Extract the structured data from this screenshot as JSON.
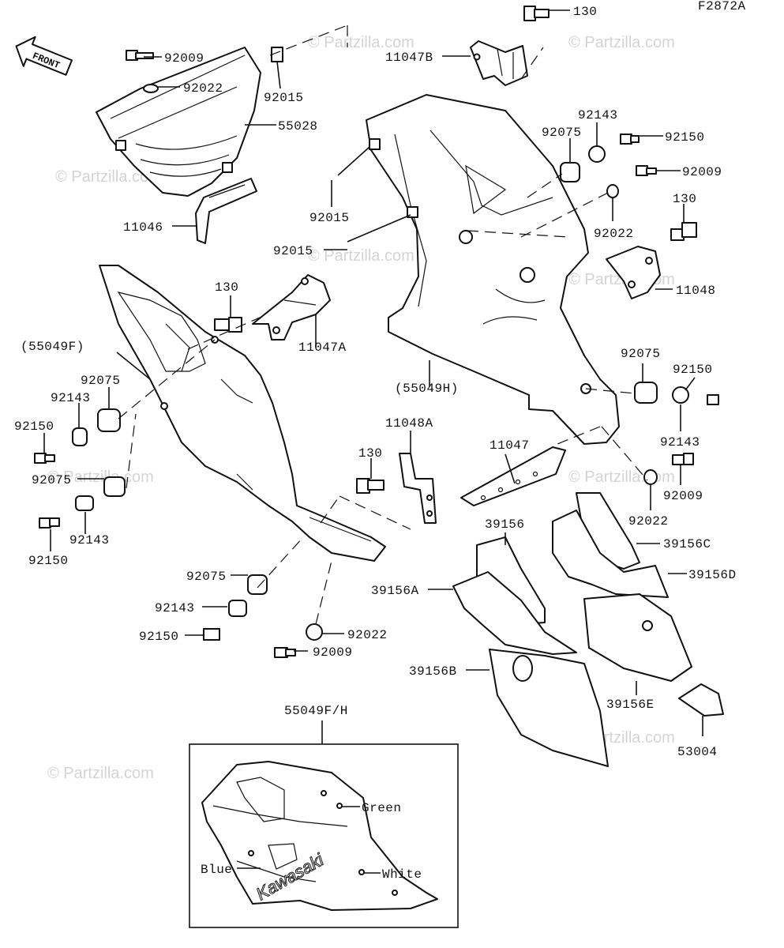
{
  "diagram_code": "F2872A",
  "front_label": "FRONT",
  "watermark_text": "© Partzilla.com",
  "inset_title": "55049F/H",
  "inset_colors": [
    "Green",
    "Blue",
    "White"
  ],
  "inset_logo_text": "Kawasaki",
  "parts": {
    "p130_top": "130",
    "p11047B": "11047B",
    "p92009_tl": "92009",
    "p92022_tl": "92022",
    "p92015_top": "92015",
    "p55028": "55028",
    "p11046": "11046",
    "p92015_a": "92015",
    "p92015_b": "92015",
    "p92143_tr": "92143",
    "p92075_tr": "92075",
    "p92150_tr": "92150",
    "p92009_tr": "92009",
    "p92022_tr": "92022",
    "p130_r": "130",
    "p11048": "11048",
    "p130_mid": "130",
    "p11047A": "11047A",
    "p55049F": "(55049F)",
    "p55049H": "(55049H)",
    "p92075_l": "92075",
    "p92143_l": "92143",
    "p92150_l": "92150",
    "p92075_l2": "92075",
    "p92143_l2": "92143",
    "p92150_l2": "92150",
    "p92075_r": "92075",
    "p92150_r": "92150",
    "p92143_r": "92143",
    "p92009_r": "92009",
    "p92022_r": "92022",
    "p11048A": "11048A",
    "p130_b": "130",
    "p11047": "11047",
    "p39156": "39156",
    "p39156C": "39156C",
    "p39156D": "39156D",
    "p39156A": "39156A",
    "p39156B": "39156B",
    "p39156E": "39156E",
    "p53004": "53004",
    "p92075_b": "92075",
    "p92143_b": "92143",
    "p92150_b": "92150",
    "p92022_b": "92022",
    "p92009_b": "92009"
  }
}
